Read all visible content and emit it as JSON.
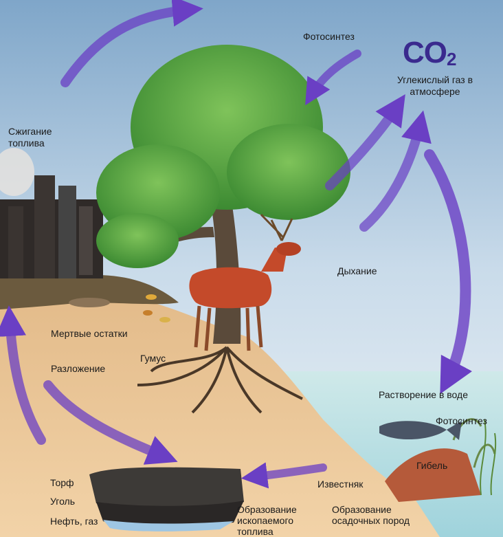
{
  "labels": {
    "photosynthesis_top": "Фотосинтез",
    "co2_main": "CO",
    "co2_sub": "2",
    "co2_caption": "Углекислый газ в атмосфере",
    "fuel_burning": "Сжигание топлива",
    "respiration": "Дыхание",
    "dead_remains": "Мертвые остатки",
    "humus": "Гумус",
    "decomposition": "Разложение",
    "dissolution": "Растворение в воде",
    "photosynthesis_sea": "Фотосинтез",
    "death": "Гибель",
    "limestone": "Известняк",
    "peat": "Торф",
    "coal": "Уголь",
    "oil_gas": "Нефть, газ",
    "fossil_fuel_formation": "Образование ископаемого топлива",
    "sediment_formation": "Образование осадочных пород"
  },
  "colors": {
    "arrow": "#6a3fc4",
    "co2": "#3a2a8e",
    "sea": "#a9d9de",
    "soil": "#ebc79a",
    "foliage": "#4a9a3a"
  }
}
